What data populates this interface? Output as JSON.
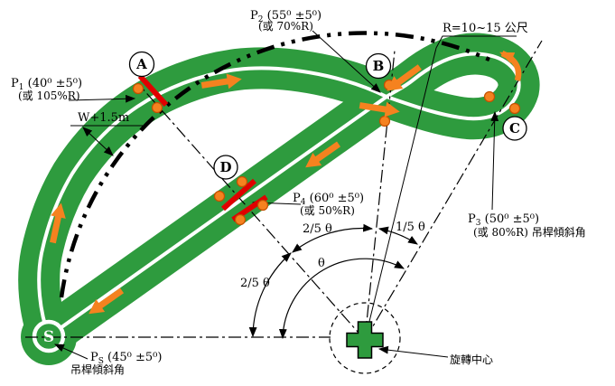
{
  "figure": {
    "kind": "course-diagram",
    "colors": {
      "track_green": "#2E9B3E",
      "marker_red": "#E00000",
      "cone_orange": "#F5821F",
      "line_black": "#000000",
      "background": "#FFFFFF"
    },
    "gates": {
      "p1": {
        "name": "P",
        "sub": "1",
        "angle": " (40⁰ ±5⁰)",
        "alt": "(或 105%R)"
      },
      "p2": {
        "name": "P",
        "sub": "2",
        "angle": " (55⁰ ±5⁰)",
        "alt": "(或 70%R)"
      },
      "p3": {
        "name": "P",
        "sub": "3",
        "angle": " (50⁰ ±5⁰)",
        "alt": "(或 80%R) 吊桿傾斜角"
      },
      "p4": {
        "name": "P",
        "sub": "4",
        "angle": " (60⁰ ±5⁰)",
        "alt": "(或 50%R)"
      },
      "ps": {
        "name": "P",
        "sub": "S",
        "angle": " (45⁰ ±5⁰)",
        "alt": "吊桿傾斜角"
      }
    },
    "checkpoints": {
      "a": "A",
      "b": "B",
      "c": "C",
      "d": "D",
      "s": "S"
    },
    "annotations": {
      "track_width": "W+1.5m",
      "radius": "R=10~15 公尺",
      "rotation_center": "旋轉中心",
      "theta": "θ",
      "two_fifth_left": "2/5 θ",
      "two_fifth_top": "2/5 θ",
      "one_fifth": "1/5 θ"
    }
  }
}
